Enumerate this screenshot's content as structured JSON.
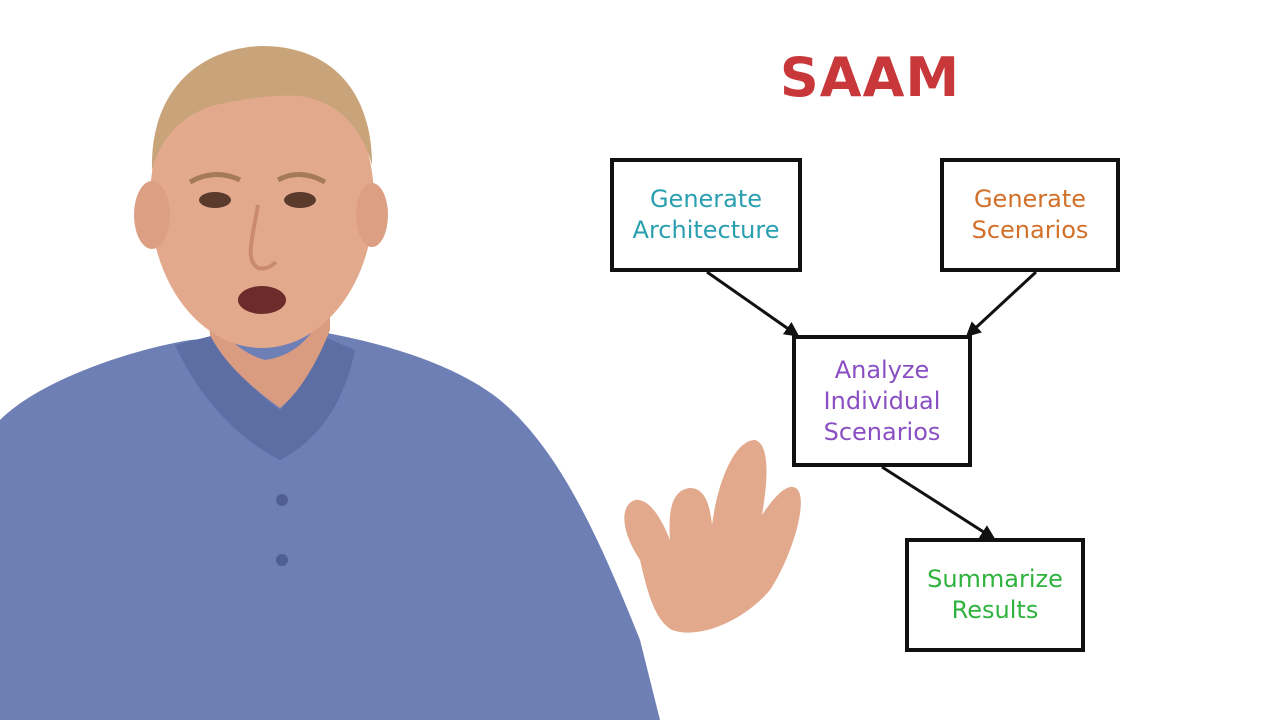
{
  "diagram": {
    "title": "SAAM",
    "nodes": [
      {
        "id": "generate-architecture",
        "lines": [
          "Generate",
          "Architecture"
        ]
      },
      {
        "id": "generate-scenarios",
        "lines": [
          "Generate",
          "Scenarios"
        ]
      },
      {
        "id": "analyze",
        "lines": [
          "Analyze",
          "Individual",
          "Scenarios"
        ]
      },
      {
        "id": "summarize",
        "lines": [
          "Summarize",
          "Results"
        ]
      }
    ],
    "edges": [
      {
        "from": "generate-architecture",
        "to": "analyze"
      },
      {
        "from": "generate-scenarios",
        "to": "analyze"
      },
      {
        "from": "analyze",
        "to": "summarize"
      }
    ]
  },
  "colors": {
    "title": "#c8383a",
    "generate_architecture": "#2a9fb0",
    "generate_scenarios": "#d2702a",
    "analyze": "#8a4fc2",
    "summarize": "#2fb23e",
    "box_border": "#111111",
    "arrow": "#111111",
    "shirt": "#6e7fb6",
    "skin": "#e3a98d",
    "hair": "#c9a37a"
  },
  "presenter": {
    "description_icon": "presenter-figure"
  }
}
